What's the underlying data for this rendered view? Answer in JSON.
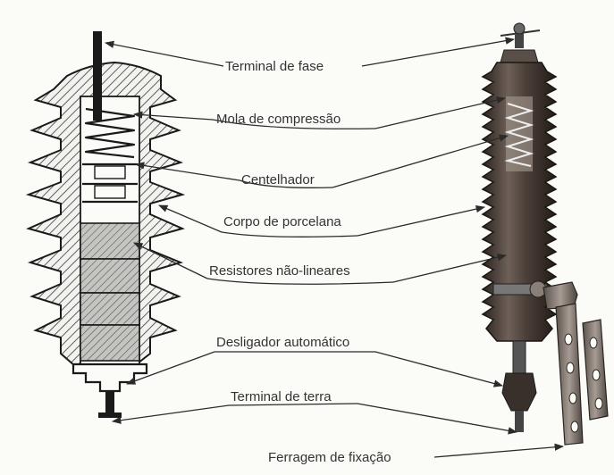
{
  "labels": {
    "phase_terminal": "Terminal de fase",
    "compression_spring": "Mola de compressão",
    "spark_gap": "Centelhador",
    "porcelain_body": "Corpo de porcelana",
    "nonlinear_resistors": "Resistores não-lineares",
    "automatic_disconnector": "Desligador automático",
    "ground_terminal": "Terminal de terra",
    "mounting_hardware": "Ferragem de fixação"
  },
  "colors": {
    "ink": "#1a1a1a",
    "porcelain_hatch": "#3a3a3a",
    "resistor_fill": "#b8b8b8",
    "photo_body": "#3e3530",
    "photo_highlight": "#8a7f76",
    "bracket": "#6b625c"
  }
}
